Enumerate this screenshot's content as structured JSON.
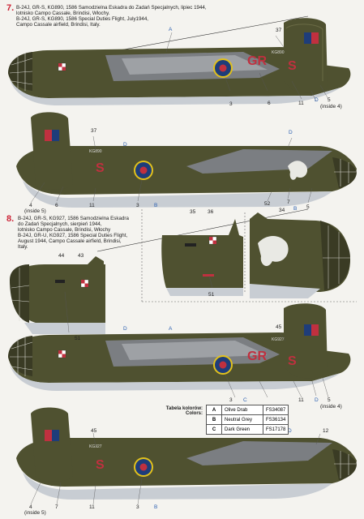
{
  "variant7": {
    "number": "7.",
    "lines": [
      "B-24J, GR-S, KG890, 1586 Samodzielna Eskadra do Zadań Specjalnych, lipiec 1944,",
      "lotnisko Campo Cassale, Brindisi, Włochy.",
      "B-24J, GR-S, KG890, 1586 Special Duties Flight, July1944,",
      "Campo Cassale airfield, Brindisi, Italy."
    ],
    "letters_code": "GR",
    "letter_individual": "S",
    "serial": "KG890"
  },
  "variant8": {
    "number": "8.",
    "lines": [
      "B-24J, GR-S, KG927, 1586 Samodzielna Eskadra",
      "do Zadań Specjalnych, sierpień 1944,",
      "lotnisko Campo Cassale, Brindisi, Włochy",
      "B-24J, GR-U, KG927, 1586 Special Duties Flight,",
      "August 1944, Campo Cassale airfield, Brindisi,",
      "Italy."
    ],
    "serial": "KG927"
  },
  "callouts": {
    "a": "A",
    "d": "D",
    "b": "B",
    "n3": "3",
    "n4": "4",
    "n5": "5",
    "n6": "6",
    "n7": "7",
    "n11": "11",
    "n12": "12",
    "n34": "34",
    "n35": "35",
    "n36": "36",
    "n37": "37",
    "n43": "43",
    "n44": "44",
    "n45": "45",
    "n51": "51",
    "n52": "52",
    "inside4": "(inside 4)",
    "inside5": "(inside 5)"
  },
  "color_table": {
    "title_pl": "Tabela kolorów:",
    "title_en": "Colors:",
    "rows": [
      {
        "letter": "A",
        "name": "Olive Drab",
        "code": "FS34087"
      },
      {
        "letter": "B",
        "name": "Neutral Grey",
        "code": "FS36134"
      },
      {
        "letter": "C",
        "name": "Dark Green",
        "code": "FS17178"
      }
    ]
  },
  "colors": {
    "olive": "#4f5130",
    "grey": "#c8cdd3",
    "green": "#5f6a46",
    "red": "#c0303f",
    "number_red": "#cc2336",
    "roundel_blue": "#1e3d7a",
    "roundel_yellow": "#e3c21b"
  }
}
